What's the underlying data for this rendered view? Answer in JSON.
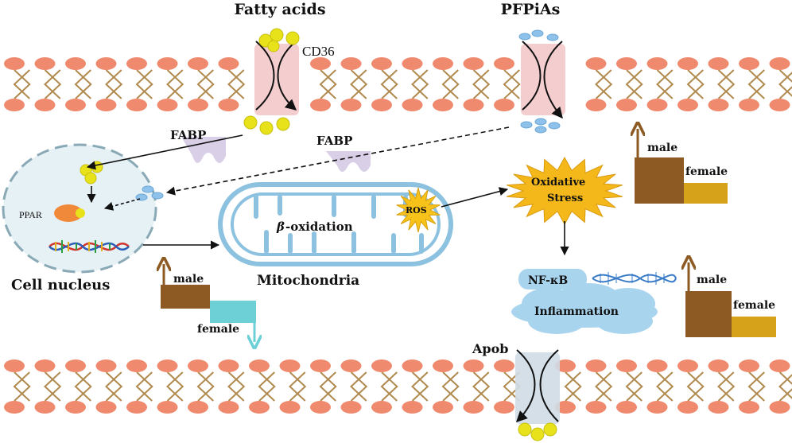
{
  "labels": {
    "fatty_acids": "Fatty acids",
    "pfpias": "PFPiAs",
    "cd36": "CD36",
    "fabp_left": "FABP",
    "fabp_right": "FABP",
    "ppar": "PPAR",
    "cell_nucleus": "Cell nucleus",
    "beta": "β",
    "oxidation": "-oxidation",
    "ros": "ROS",
    "mitochondria": "Mitochondria",
    "oxidative": "Oxidative",
    "stress": "Stress",
    "nfkb": "NF-κB",
    "inflammation": "Inflammation",
    "apob": "Apob"
  },
  "sex_bars": {
    "nucleus": {
      "male": "male",
      "female": "female",
      "male_change": "up",
      "female_change": "down"
    },
    "oxidative_stress": {
      "male": "male",
      "female": "female",
      "male_change": "up",
      "female_change": "up"
    },
    "inflammation": {
      "male": "male",
      "female": "female",
      "male_change": "up",
      "female_change": "up"
    }
  },
  "colors": {
    "lipid_head": "#f08a6e",
    "lipid_tail": "#b08a4e",
    "fatty_acid": "#e8e21a",
    "pfpia": "#8fc2ea",
    "male_bar": "#8c5a22",
    "female_bar_up": "#d6a21a",
    "female_bar_down": "#6cd0d6",
    "mito_stroke": "#8cc2e0",
    "ros_star": "#f7c21a",
    "inflammation_cloud": "#a9d4ee"
  }
}
